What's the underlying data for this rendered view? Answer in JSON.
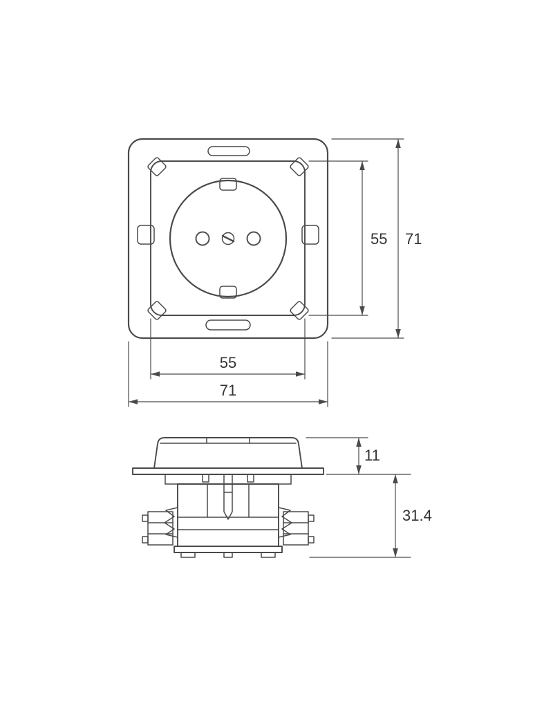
{
  "drawing": {
    "title": "socket-dimension-drawing",
    "front_view": {
      "dim_inner_height": "55",
      "dim_outer_height": "71",
      "dim_inner_width": "55",
      "dim_outer_width": "71"
    },
    "side_view": {
      "dim_cover_height": "11",
      "dim_body_depth": "31.4"
    }
  },
  "colors": {
    "line": "#4a4a4a",
    "text": "#333333",
    "background": "#ffffff"
  }
}
